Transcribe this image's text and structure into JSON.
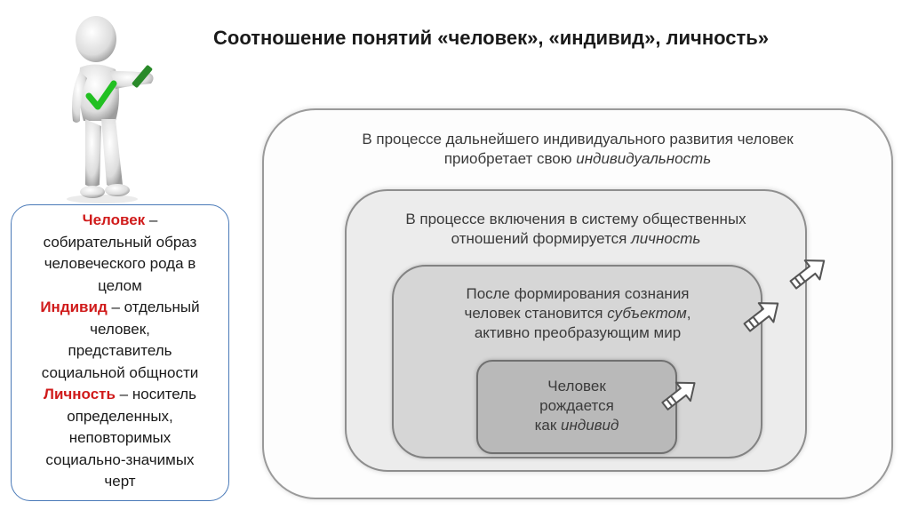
{
  "title": "Соотношение понятий «человек», «индивид», личность»",
  "colors": {
    "term_red": "#d01b1b",
    "box_border": "#4a7ab8",
    "check_green": "#22c022"
  },
  "figure_icon": "3d-person-with-green-checkmark-icon",
  "definitions": [
    {
      "term": "Человек",
      "rest_line1": " –",
      "rest_lines": [
        "собирательный образ",
        "человеческого рода в",
        "целом"
      ]
    },
    {
      "term": "Индивид",
      "rest_line1": " – отдельный",
      "rest_lines": [
        "человек,",
        "представитель",
        "социальной общности"
      ]
    },
    {
      "term": "Личность",
      "rest_line1": " – носитель",
      "rest_lines": [
        "определенных,",
        "неповторимых",
        "социально-значимых",
        "черт"
      ]
    }
  ],
  "levels": [
    {
      "line1": "В процессе дальнейшего индивидуального развития человек",
      "line2_plain": "приобретает свою ",
      "line2_italic": "индивидуальность"
    },
    {
      "line1": "В процессе включения в систему общественных",
      "line2_plain": "отношений формируется ",
      "line2_italic": "личность"
    },
    {
      "line1": "После формирования сознания",
      "line2_plain": "человек становится ",
      "line2_italic": "субъектом",
      "line2_suffix": ",",
      "line3": "активно преобразующим мир"
    },
    {
      "line1": "Человек",
      "line2_plain": "рождается",
      "line3_plain": "как ",
      "line3_italic": "индивид"
    }
  ],
  "arrow_icon": "growth-arrow-icon"
}
